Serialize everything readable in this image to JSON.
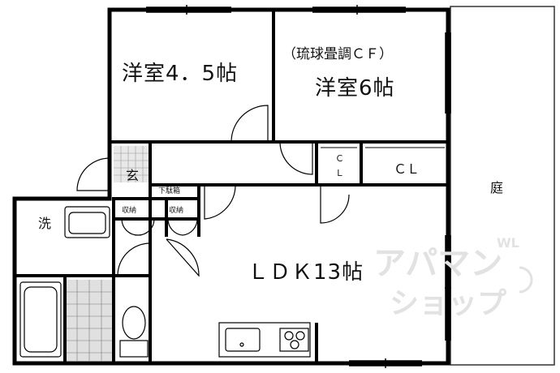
{
  "rooms": {
    "western_room_1": "洋室4．5帖",
    "western_room_2": "洋室6帖",
    "western_room_2_note": "（琉球畳調ＣＦ）",
    "ldk": "ＬＤＫ13帖",
    "entrance": "玄",
    "shoe_box": "下駄箱",
    "storage_1": "収納",
    "storage_2": "収納",
    "washroom": "洗",
    "closet_small_1": "Ｃ",
    "closet_small_2": "Ｌ",
    "closet_large": "ＣＬ",
    "garden": "庭"
  },
  "watermark": {
    "line1": "アパマン",
    "line2": "ショップ",
    "mark": "WL"
  }
}
